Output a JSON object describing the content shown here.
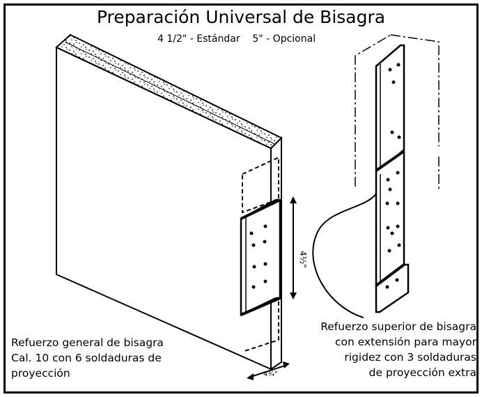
{
  "title": "Preparación Universal de Bisagra",
  "subtitle": "4 1/2\" - Estándar    5\" - Opcional",
  "dimension_door_label": "4½\"",
  "dimension_bottom_label": "4¾\"",
  "caption_left": {
    "line1": "Refuerzo general de bisagra",
    "line2": "Cal. 10 con 6 soldaduras de",
    "line3": "proyección"
  },
  "caption_right": {
    "line1": "Refuerzo superior de bisagra",
    "line2": "con extensión para mayor",
    "line3": "rigidez con 3 soldaduras",
    "line4": "de proyección extra"
  },
  "colors": {
    "ink": "#000000",
    "background": "#ffffff"
  }
}
